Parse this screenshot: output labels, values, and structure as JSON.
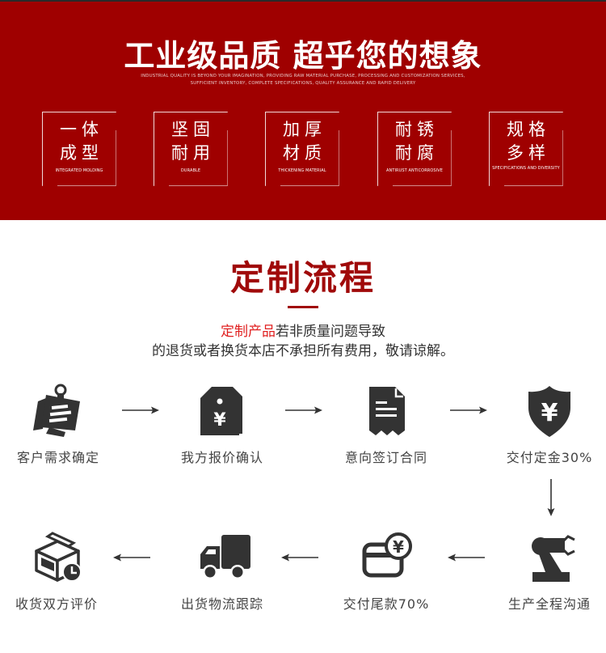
{
  "banner": {
    "title": "工业级品质 超乎您的想象",
    "subtitle_line1": "INDUSTRIAL QUALITY IS BEYOND YOUR IMAGINATION, PROVIDING RAW MATERIAL PURCHASE, PROCESSING AND CUSTOMIZATION SERVICES,",
    "subtitle_line2": "SUFFICIENT INVENTORY, COMPLETE SPECIFICATIONS, QUALITY ASSURANCE AND RAPID DELIVERY",
    "background_color": "#9f0000",
    "features": [
      {
        "cn_line1": "一体",
        "cn_line2": "成型",
        "en": "INTEGRATED MOLDING"
      },
      {
        "cn_line1": "坚固",
        "cn_line2": "耐用",
        "en": "DURABLE"
      },
      {
        "cn_line1": "加厚",
        "cn_line2": "材质",
        "en": "THICKENING MATERIAL"
      },
      {
        "cn_line1": "耐锈",
        "cn_line2": "耐腐",
        "en": "ANTIRUST ANTICORROSIVE"
      },
      {
        "cn_line1": "规格",
        "cn_line2": "多样",
        "en": "SPECIFICATIONS AND DIVERSITY"
      }
    ]
  },
  "process": {
    "title": "定制流程",
    "accent_color": "#a00a0a",
    "notice_highlight": "定制产品",
    "notice_line1_rest": "若非质量问题导致",
    "notice_line2": "的退货或者换货本店不承担所有费用，敬请谅解。",
    "steps": [
      {
        "label": "客户需求确定",
        "icon": "pinned-note-icon"
      },
      {
        "label": "我方报价确认",
        "icon": "price-tag-yen-icon"
      },
      {
        "label": "意向签订合同",
        "icon": "contract-document-icon"
      },
      {
        "label": "交付定金30%",
        "icon": "shield-yen-icon"
      },
      {
        "label": "生产全程沟通",
        "icon": "robot-arm-icon"
      },
      {
        "label": "交付尾款70%",
        "icon": "card-yen-icon"
      },
      {
        "label": "出货物流跟踪",
        "icon": "truck-icon"
      },
      {
        "label": "收货双方评价",
        "icon": "package-clock-icon"
      }
    ]
  }
}
